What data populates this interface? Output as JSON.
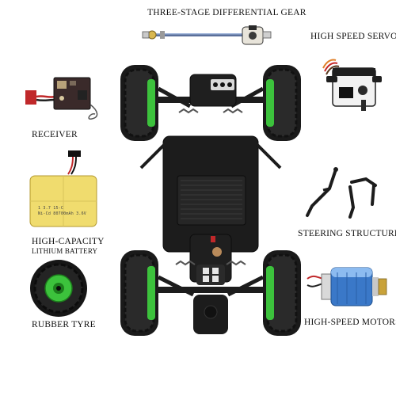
{
  "labels": {
    "gear": "THREE-STAGE DIFFERENTIAL GEAR",
    "servo": "HIGH SPEED SERVO",
    "receiver": "RECEIVER",
    "battery_line1": "HIGH-CAPACITY",
    "battery_line2": "LITHIUM BATTERY",
    "steering": "STEERING STRUCTURE",
    "tyre": "RUBBER TYRE",
    "motors": "HIGH-SPEED MOTORS"
  },
  "battery_print": {
    "line1": "1  3.7  15-C",
    "line2": "Ni-Cd 80700mAh 3.6V"
  },
  "colors": {
    "wheel_green": "#3cc23c",
    "body_black": "#1c1c1c",
    "battery_yellow": "#f0dc6e",
    "motor_blue": "#3a78c8",
    "receiver_red": "#c0282a"
  }
}
